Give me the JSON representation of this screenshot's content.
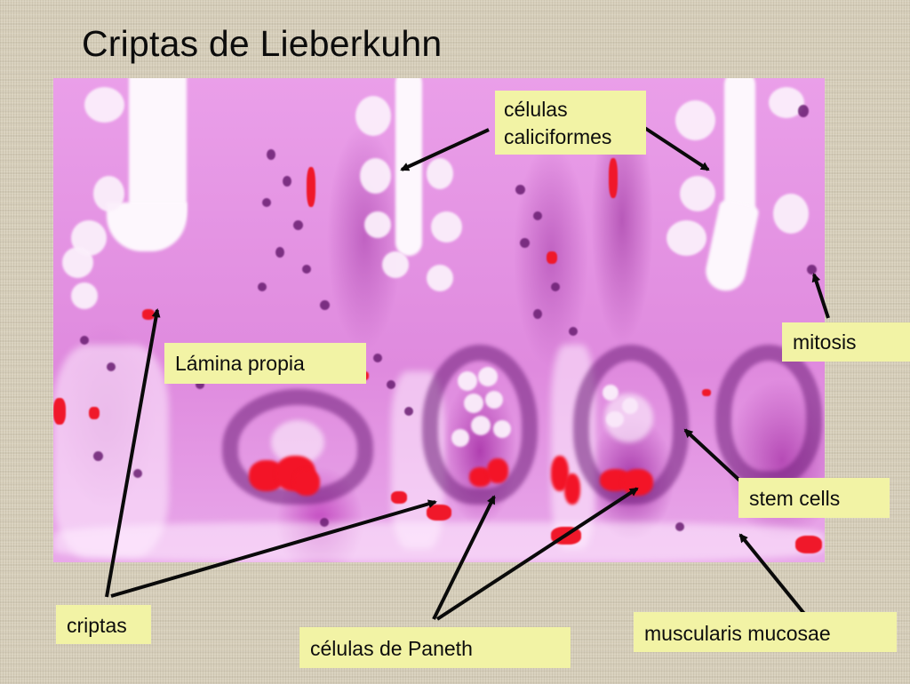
{
  "slide": {
    "title": "Criptas de Lieberkuhn",
    "background_color": "#d8d0bc",
    "label_color": "#f2f3a5"
  },
  "micrograph": {
    "description": "H&E stained section of intestinal mucosa showing crypts of Lieberkühn",
    "stain_colors": {
      "eosin_pink": "#e59ae6",
      "hematoxylin_purple": "#6a1e72",
      "paneth_granules_red": "#f31427",
      "lumen_white": "#fdf7fd"
    }
  },
  "labels": {
    "goblet_cells": {
      "line1": "células",
      "line2": "caliciformes"
    },
    "lamina_propria": "Lámina propia",
    "mitosis": "mitosis",
    "stem_cells": "stem cells",
    "crypts": "criptas",
    "paneth_cells": "células de Paneth",
    "muscularis_mucosae": "muscularis mucosae"
  }
}
